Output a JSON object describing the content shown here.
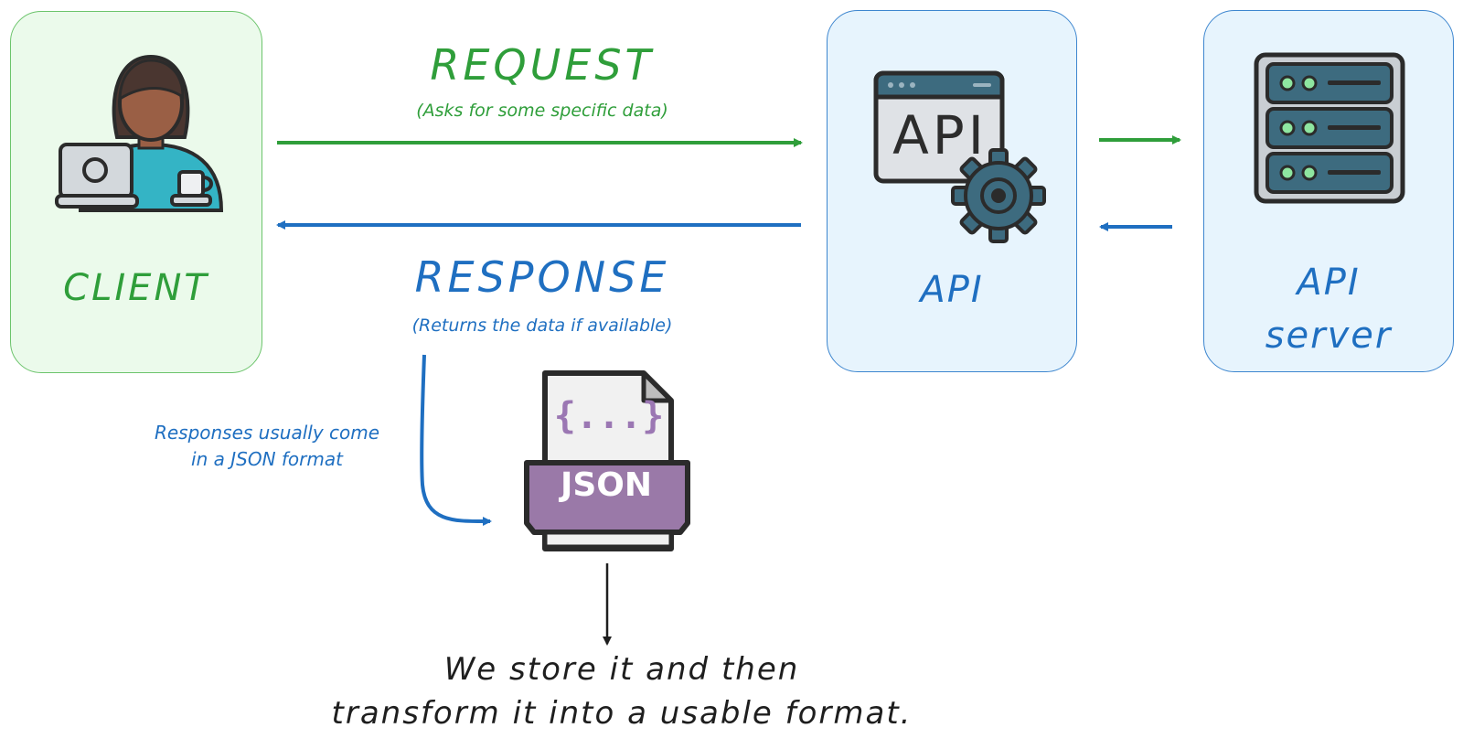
{
  "client": {
    "label": "CLIENT"
  },
  "api": {
    "label": "API"
  },
  "api_server": {
    "label_line1": "API",
    "label_line2": "server"
  },
  "request": {
    "title": "REQUEST",
    "subtitle": "(Asks for some specific data)"
  },
  "response": {
    "title": "RESPONSE",
    "subtitle": "(Returns the data if available)"
  },
  "note": {
    "line1": "Responses usually come",
    "line2": "in a JSON format"
  },
  "json_file": {
    "badge": "JSON",
    "braces": "{...}"
  },
  "api_icon": {
    "text": "API"
  },
  "bottom_text": {
    "line1": "We store it and then",
    "line2": "transform it into a usable format."
  },
  "colors": {
    "green": "#2f9e3a",
    "blue": "#1f6fc1",
    "client_fill": "#ebfaeb",
    "api_fill": "#e7f4fd",
    "json_purple": "#9a79a8"
  },
  "icons": {
    "client": "person-laptop-icon",
    "api": "api-window-gear-icon",
    "server": "server-rack-icon",
    "json": "json-file-icon"
  }
}
